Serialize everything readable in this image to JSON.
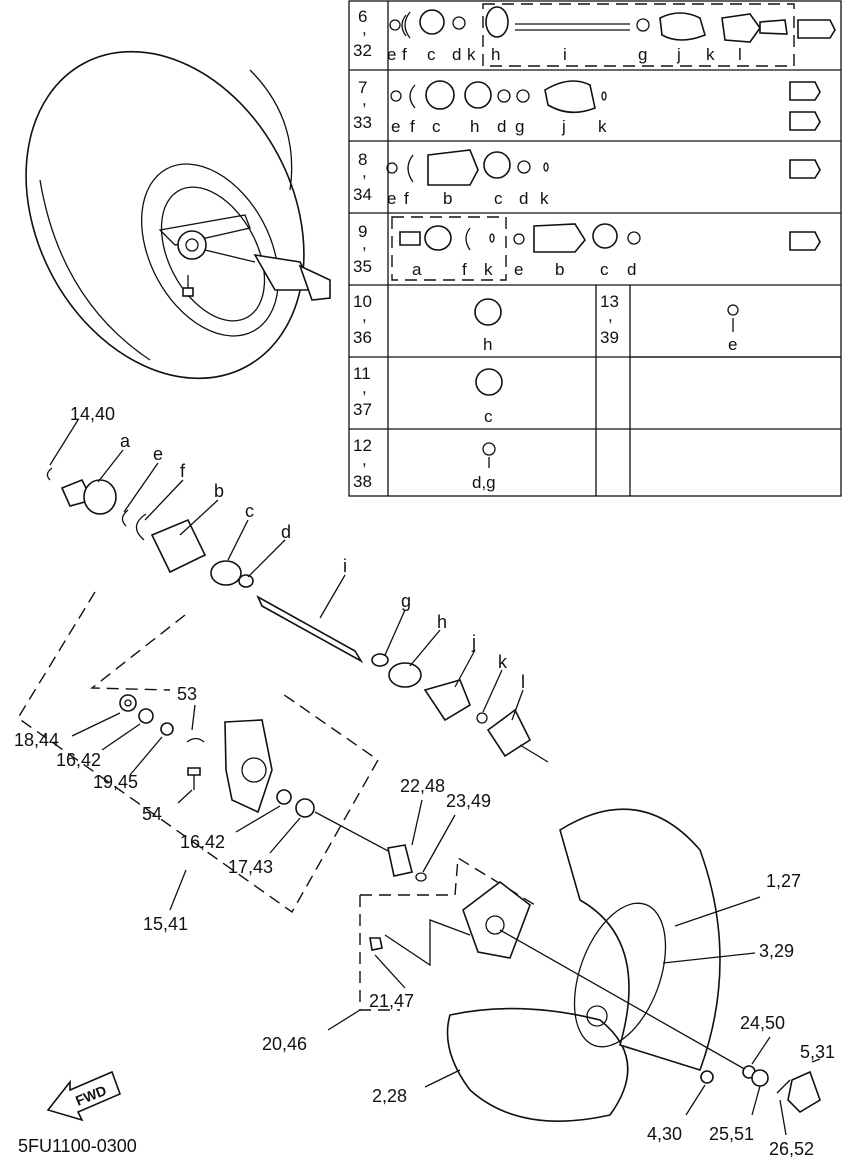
{
  "diagram": {
    "catalog_code": "5FU1100-0300",
    "direction_mark": "FWD"
  },
  "legend_table": {
    "rows": [
      {
        "ref_top": "6",
        "comma": ",",
        "ref_bottom": "32",
        "letters": [
          "e",
          "f",
          "c",
          "d",
          "k",
          "h",
          "i",
          "g",
          "j",
          "k",
          "l"
        ]
      },
      {
        "ref_top": "7",
        "comma": ",",
        "ref_bottom": "33",
        "letters": [
          "e",
          "f",
          "c",
          "h",
          "d",
          "g",
          "j",
          "k"
        ]
      },
      {
        "ref_top": "8",
        "comma": ",",
        "ref_bottom": "34",
        "letters": [
          "e",
          "f",
          "b",
          "c",
          "d",
          "k"
        ]
      },
      {
        "ref_top": "9",
        "comma": ",",
        "ref_bottom": "35",
        "letters": [
          "a",
          "f",
          "k",
          "e",
          "b",
          "c",
          "d"
        ]
      },
      {
        "ref_top": "10",
        "comma": ",",
        "ref_bottom": "36",
        "letters": [
          "h"
        ],
        "ref2_top": "13",
        "ref2_bottom": "39",
        "letters2": [
          "e"
        ]
      },
      {
        "ref_top": "11",
        "comma": ",",
        "ref_bottom": "37",
        "letters": [
          "c"
        ]
      },
      {
        "ref_top": "12",
        "comma": ",",
        "ref_bottom": "38",
        "letters": [
          "d,g"
        ]
      }
    ]
  },
  "callouts": {
    "c1440": "14,40",
    "a": "a",
    "e": "e",
    "f": "f",
    "b": "b",
    "c": "c",
    "d": "d",
    "i": "i",
    "g": "g",
    "h": "h",
    "j": "j",
    "k": "k",
    "l": "l",
    "c53": "53",
    "c1844": "18,44",
    "c1642a": "16,42",
    "c1945": "19,45",
    "c54": "54",
    "c1642b": "16,42",
    "c1743": "17,43",
    "c1541": "15,41",
    "c2248": "22,48",
    "c2349": "23,49",
    "c127": "1,27",
    "c329": "3,29",
    "c2147": "21,47",
    "c2046": "20,46",
    "c228": "2,28",
    "c2450": "24,50",
    "c531": "5,31",
    "c430": "4,30",
    "c2551": "25,51",
    "c2652": "26,52"
  }
}
